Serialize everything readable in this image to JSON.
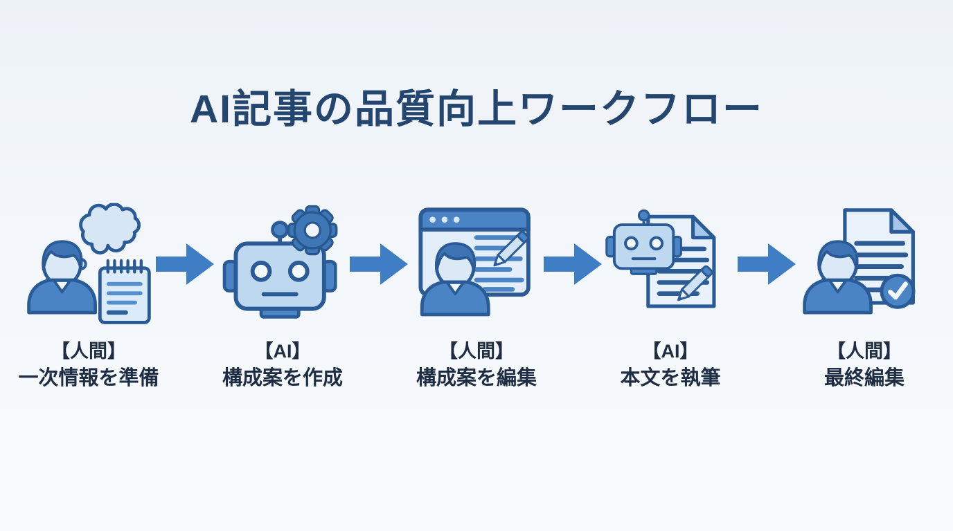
{
  "title": "AI記事の品質向上ワークフロー",
  "steps": [
    {
      "actor": "【人間】",
      "action": "一次情報を準備",
      "icon": "person-thought-notepad-icon"
    },
    {
      "actor": "【AI】",
      "action": "構成案を作成",
      "icon": "robot-gear-icon"
    },
    {
      "actor": "【人間】",
      "action": "構成案を編集",
      "icon": "browser-person-pencil-icon"
    },
    {
      "actor": "【AI】",
      "action": "本文を執筆",
      "icon": "robot-document-pencil-icon"
    },
    {
      "actor": "【人間】",
      "action": "最終編集",
      "icon": "person-document-check-icon"
    }
  ],
  "connector": "arrow-right-icon",
  "colors": {
    "background_top": "#edf2f7",
    "background_bottom": "#f8fbfd",
    "title_text": "#24466e",
    "label_text": "#1e2d44",
    "arrow_blue": "#3f7dc4",
    "outline_dark": "#2a5b96",
    "icon_medium_blue": "#4a84c4",
    "icon_light_fill": "#d9e8f6",
    "icon_pale_fill": "#e9f2fb"
  }
}
